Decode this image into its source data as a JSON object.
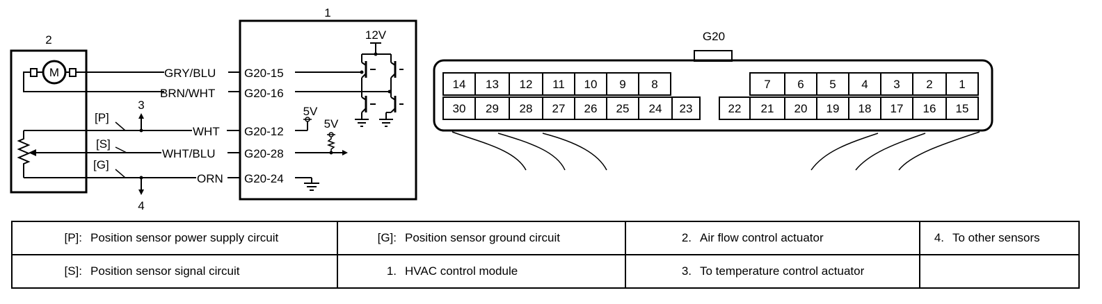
{
  "labels": {
    "module_num": "1",
    "actuator_num": "2",
    "temp_ref": "3",
    "other_ref": "4",
    "motor": "M",
    "v12": "12V",
    "v5a": "5V",
    "v5b": "5V",
    "p_tag": "[P]",
    "s_tag": "[S]",
    "g_tag": "[G]",
    "connector_name": "G20"
  },
  "wires": [
    {
      "color": "GRY/BLU",
      "pin": "G20-15"
    },
    {
      "color": "BRN/WHT",
      "pin": "G20-16"
    },
    {
      "color": "WHT",
      "pin": "G20-12"
    },
    {
      "color": "WHT/BLU",
      "pin": "G20-28"
    },
    {
      "color": "ORN",
      "pin": "G20-24"
    }
  ],
  "connector": {
    "top_row": [
      "14",
      "13",
      "12",
      "11",
      "10",
      "9",
      "8",
      "7",
      "6",
      "5",
      "4",
      "3",
      "2",
      "1"
    ],
    "bottom_row": [
      "30",
      "29",
      "28",
      "27",
      "26",
      "25",
      "24",
      "23",
      "22",
      "21",
      "20",
      "19",
      "18",
      "17",
      "16",
      "15"
    ]
  },
  "legend": [
    [
      {
        "key": "[P]:",
        "text": "Position sensor power supply circuit"
      },
      {
        "key": "[G]:",
        "text": "Position sensor ground circuit"
      },
      {
        "key": "2.",
        "text": "Air flow control actuator"
      },
      {
        "key": "4.",
        "text": "To other sensors"
      }
    ],
    [
      {
        "key": "[S]:",
        "text": "Position sensor signal circuit"
      },
      {
        "key": "1.",
        "text": "HVAC control module"
      },
      {
        "key": "3.",
        "text": "To temperature control actuator"
      },
      {
        "key": "",
        "text": ""
      }
    ]
  ]
}
